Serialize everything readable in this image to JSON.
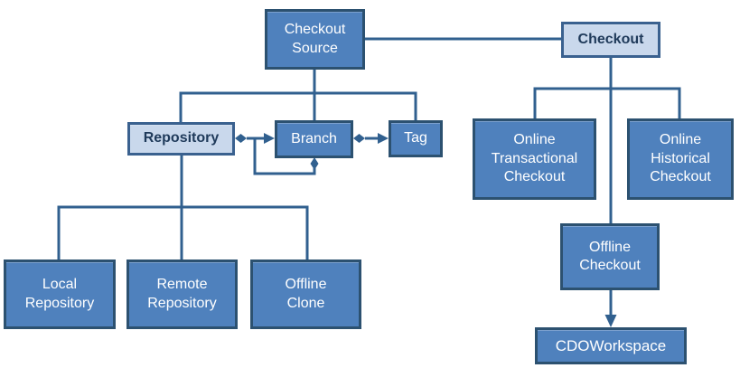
{
  "diagram": {
    "nodes": {
      "checkout_source": {
        "label": "Checkout\nSource",
        "style": "medium"
      },
      "checkout": {
        "label": "Checkout",
        "style": "light"
      },
      "repository": {
        "label": "Repository",
        "style": "light"
      },
      "branch": {
        "label": "Branch",
        "style": "medium"
      },
      "tag": {
        "label": "Tag",
        "style": "medium"
      },
      "online_transactional_checkout": {
        "label": "Online\nTransactional\nCheckout",
        "style": "medium"
      },
      "online_historical_checkout": {
        "label": "Online\nHistorical\nCheckout",
        "style": "medium"
      },
      "offline_checkout": {
        "label": "Offline\nCheckout",
        "style": "medium"
      },
      "cdoworkspace": {
        "label": "CDOWorkspace",
        "style": "medium"
      },
      "local_repository": {
        "label": "Local\nRepository",
        "style": "medium"
      },
      "remote_repository": {
        "label": "Remote\nRepository",
        "style": "medium"
      },
      "offline_clone": {
        "label": "Offline\nClone",
        "style": "medium"
      }
    },
    "edges": [
      {
        "from": "checkout_source",
        "to": "checkout",
        "type": "association"
      },
      {
        "from": "checkout_source",
        "to": "repository",
        "type": "tree-branch"
      },
      {
        "from": "checkout_source",
        "to": "branch",
        "type": "tree-branch"
      },
      {
        "from": "checkout_source",
        "to": "tag",
        "type": "tree-branch"
      },
      {
        "from": "repository",
        "to": "branch",
        "type": "aggregation-arrow"
      },
      {
        "from": "branch",
        "to": "branch",
        "type": "self-aggregation-loop"
      },
      {
        "from": "branch",
        "to": "tag",
        "type": "aggregation-arrow"
      },
      {
        "from": "repository",
        "to": "local_repository",
        "type": "tree-branch"
      },
      {
        "from": "repository",
        "to": "remote_repository",
        "type": "tree-branch"
      },
      {
        "from": "repository",
        "to": "offline_clone",
        "type": "tree-branch"
      },
      {
        "from": "checkout",
        "to": "online_transactional_checkout",
        "type": "tree-branch"
      },
      {
        "from": "checkout",
        "to": "online_historical_checkout",
        "type": "tree-branch"
      },
      {
        "from": "checkout",
        "to": "offline_checkout",
        "type": "tree-branch"
      },
      {
        "from": "offline_checkout",
        "to": "cdoworkspace",
        "type": "directed-arrow"
      }
    ],
    "colors": {
      "canvas_bg": "#ffffff",
      "node_fill": "#4f81bd",
      "node_border": "#2c5170",
      "light_fill": "#c9d8ec",
      "light_border": "#3a618f",
      "line": "#31608f",
      "text_light": "#ffffff",
      "text_dark": "#1f3a5a"
    }
  }
}
